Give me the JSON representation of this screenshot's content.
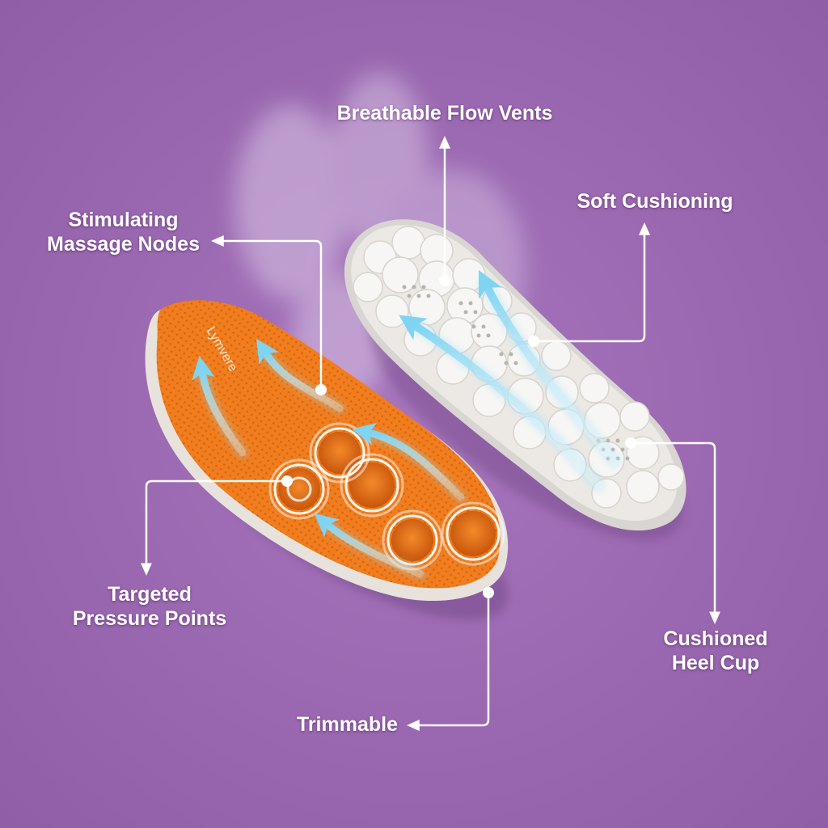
{
  "brand": "Lymvere",
  "labels": {
    "breathable_vents": "Breathable Flow Vents",
    "soft_cushioning": "Soft Cushioning",
    "massage_nodes": [
      "Stimulating",
      "Massage Nodes"
    ],
    "pressure_points": [
      "Targeted",
      "Pressure Points"
    ],
    "heel_cup": [
      "Cushioned",
      "Heel Cup"
    ],
    "trimmable": "Trimmable"
  },
  "colors": {
    "background": "#9a68b0",
    "orange_insole": "#f07d1e",
    "white_insole": "#ebe8e4",
    "flow_arrow": "#7fd4f2",
    "callout": "#ffffff"
  }
}
